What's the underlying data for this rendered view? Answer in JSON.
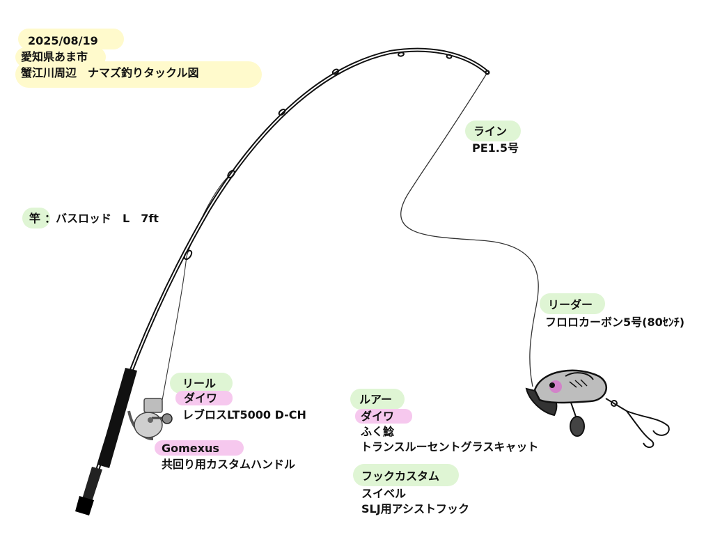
{
  "colors": {
    "green_label": "#dff5d4",
    "pink_label": "#f6c8ee",
    "yellow_label": "#fffacc",
    "lure_body": "#bdbdbd",
    "lure_accent": "#e05ad0"
  },
  "header": {
    "date": "2025/08/19",
    "place": "愛知県あま市",
    "title": "蟹江川周辺　ナマズ釣りタックル図"
  },
  "rod": {
    "label": "竿",
    "value": "：バスロッド　L　7ft"
  },
  "line": {
    "label": "ライン",
    "value": "PE1.5号"
  },
  "leader": {
    "label": "リーダー",
    "value": "フロロカーボン5号(80ｾﾝﾁ)"
  },
  "reel": {
    "label": "リール",
    "maker": "ダイワ",
    "model": "レブロスLT5000 D-CH",
    "handle_maker": "Gomexus",
    "handle_model": "共回り用カスタムハンドル"
  },
  "lure": {
    "label": "ルアー",
    "maker": "ダイワ",
    "name": "ふく鯰",
    "color": "トランスルーセントグラスキャット"
  },
  "hook": {
    "label": "フックカスタム",
    "swivel": "スイベル",
    "assist": "SLJ用アシストフック"
  }
}
